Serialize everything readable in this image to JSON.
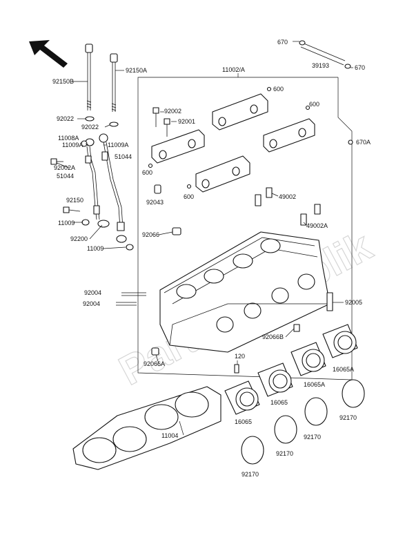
{
  "watermark": "PartsRepublik",
  "labels": {
    "l670a_top": "670",
    "l39193": "39193",
    "l670b": "670",
    "l92150b": "92150B",
    "l92150a": "92150A",
    "l11002a": "11002/A",
    "l600_a": "600",
    "l600_b": "600",
    "l92002": "92002",
    "l92001": "92001",
    "l92022_a": "92022",
    "l92022_b": "92022",
    "l11008a": "11008A",
    "l11009a_l": "11009A",
    "l11009a_r": "11009A",
    "l92002a": "92002A",
    "l51044_r": "51044",
    "l51044_l": "51044",
    "l600_c": "600",
    "l600_d": "600",
    "l670a": "670A",
    "l92043": "92043",
    "l49002": "49002",
    "l49002a": "49002A",
    "l92150": "92150",
    "l11009_a": "11009",
    "l92066": "92066",
    "l92200": "92200",
    "l11009_b": "11009",
    "l92004_a": "92004",
    "l92004_b": "92004",
    "l92005": "92005",
    "l92066b": "92066B",
    "l92066a": "92066A",
    "l120": "120",
    "l16065a_r": "16065A",
    "l16065a_m": "16065A",
    "l16065_m": "16065",
    "l16065_l": "16065",
    "l92170_r": "92170",
    "l92170_m": "92170",
    "l92170_c": "92170",
    "l92170_b": "92170",
    "l11004": "11004"
  }
}
